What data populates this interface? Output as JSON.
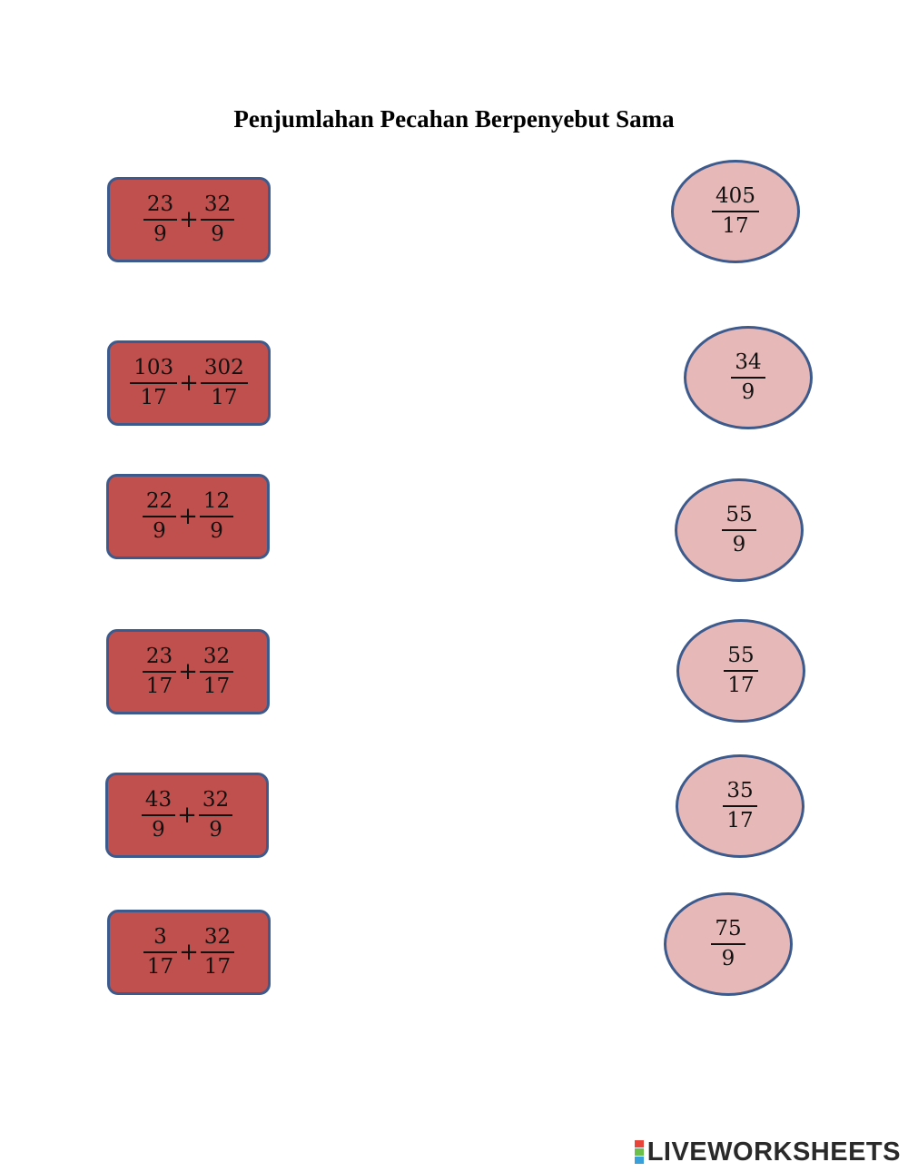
{
  "title": "Penjumlahan Pecahan Berpenyebut Sama",
  "questions": [
    {
      "a_num": "23",
      "a_den": "9",
      "op": "+",
      "b_num": "32",
      "b_den": "9"
    },
    {
      "a_num": "103",
      "a_den": "17",
      "op": "+",
      "b_num": "302",
      "b_den": "17"
    },
    {
      "a_num": "22",
      "a_den": "9",
      "op": "+",
      "b_num": "12",
      "b_den": "9"
    },
    {
      "a_num": "23",
      "a_den": "17",
      "op": "+",
      "b_num": "32",
      "b_den": "17"
    },
    {
      "a_num": "43",
      "a_den": "9",
      "op": "+",
      "b_num": "32",
      "b_den": "9"
    },
    {
      "a_num": "3",
      "a_den": "17",
      "op": "+",
      "b_num": "32",
      "b_den": "17"
    }
  ],
  "answers": [
    {
      "num": "405",
      "den": "17"
    },
    {
      "num": "34",
      "den": "9"
    },
    {
      "num": "55",
      "den": "9"
    },
    {
      "num": "55",
      "den": "17"
    },
    {
      "num": "35",
      "den": "17"
    },
    {
      "num": "75",
      "den": "9"
    }
  ],
  "logo": {
    "text": "LIVEWORKSHEETS",
    "colors": [
      "#e8443a",
      "#6cbf4a",
      "#3aa0dc"
    ]
  },
  "colors": {
    "box_fill": "#c0504d",
    "oval_fill": "#e6b8b7",
    "border": "#3d5a8c"
  }
}
